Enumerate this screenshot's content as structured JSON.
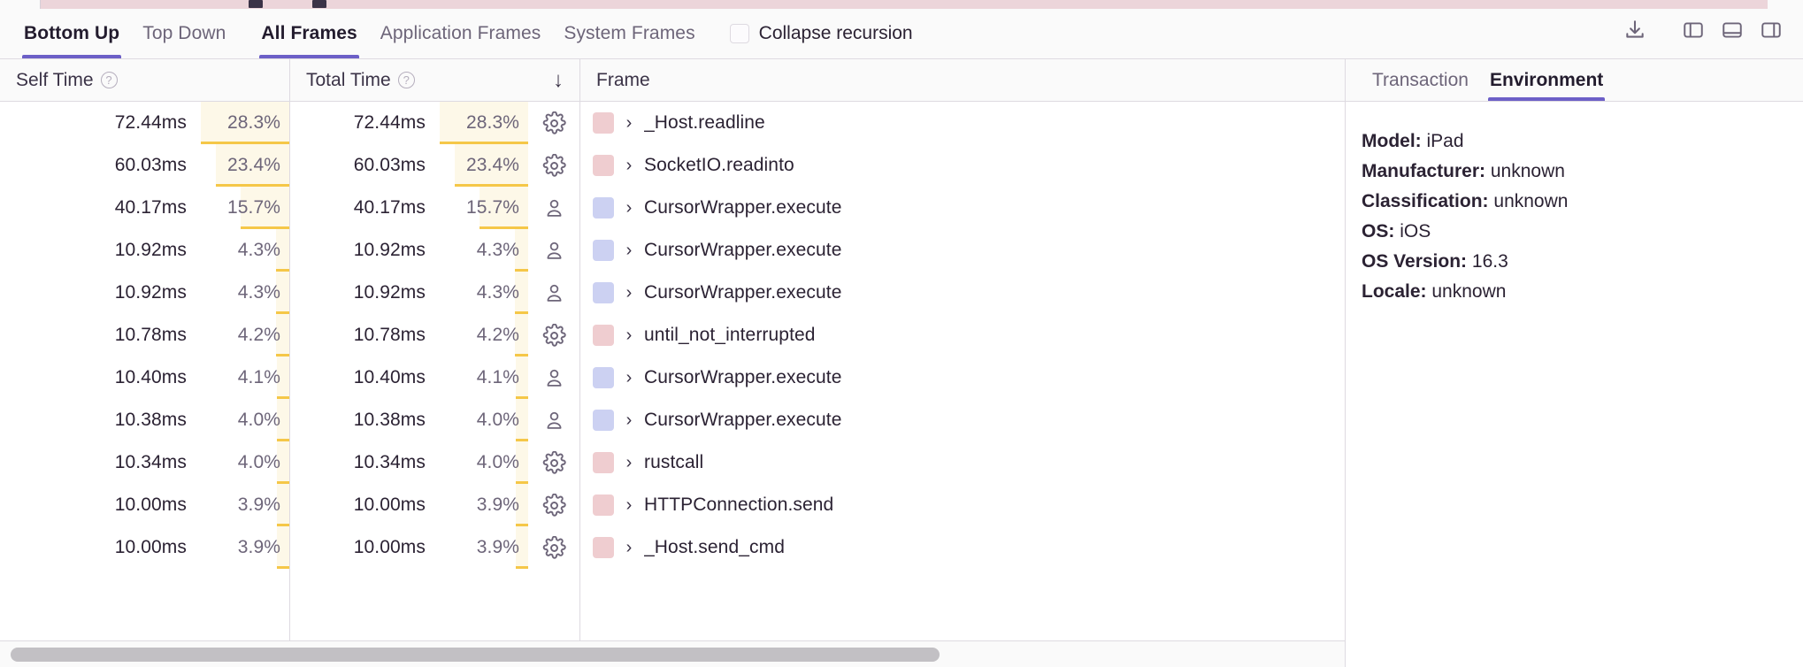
{
  "toolbar": {
    "tabs": [
      {
        "label": "Bottom Up",
        "active": true
      },
      {
        "label": "Top Down",
        "active": false
      }
    ],
    "frame_tabs": [
      {
        "label": "All Frames",
        "active": true
      },
      {
        "label": "Application Frames",
        "active": false
      },
      {
        "label": "System Frames",
        "active": false
      }
    ],
    "collapse_recursion_label": "Collapse recursion",
    "collapse_recursion_checked": false,
    "actions": [
      {
        "name": "download-icon",
        "title": "Export"
      },
      {
        "name": "left-panel-icon",
        "title": "Toggle left panel"
      },
      {
        "name": "bottom-panel-icon",
        "title": "Toggle bottom panel"
      },
      {
        "name": "right-panel-icon",
        "title": "Toggle right panel"
      }
    ]
  },
  "table": {
    "columns": {
      "self_time": "Self Time",
      "total_time": "Total Time",
      "frame": "Frame",
      "sort_glyph": "↓",
      "help_glyph": "?"
    },
    "rows": [
      {
        "self_time": "72.44ms",
        "self_pct": "28.3%",
        "self_pct_value": 28.3,
        "total_time": "72.44ms",
        "total_pct": "28.3%",
        "total_pct_value": 28.3,
        "kind": "system",
        "frame": "_Host.readline",
        "color": "#efcdd0"
      },
      {
        "self_time": "60.03ms",
        "self_pct": "23.4%",
        "self_pct_value": 23.4,
        "total_time": "60.03ms",
        "total_pct": "23.4%",
        "total_pct_value": 23.4,
        "kind": "system",
        "frame": "SocketIO.readinto",
        "color": "#efcdd0"
      },
      {
        "self_time": "40.17ms",
        "self_pct": "15.7%",
        "self_pct_value": 15.7,
        "total_time": "40.17ms",
        "total_pct": "15.7%",
        "total_pct_value": 15.7,
        "kind": "application",
        "frame": "CursorWrapper.execute",
        "color": "#ccd1f2"
      },
      {
        "self_time": "10.92ms",
        "self_pct": "4.3%",
        "self_pct_value": 4.3,
        "total_time": "10.92ms",
        "total_pct": "4.3%",
        "total_pct_value": 4.3,
        "kind": "application",
        "frame": "CursorWrapper.execute",
        "color": "#ccd1f2"
      },
      {
        "self_time": "10.92ms",
        "self_pct": "4.3%",
        "self_pct_value": 4.3,
        "total_time": "10.92ms",
        "total_pct": "4.3%",
        "total_pct_value": 4.3,
        "kind": "application",
        "frame": "CursorWrapper.execute",
        "color": "#ccd1f2"
      },
      {
        "self_time": "10.78ms",
        "self_pct": "4.2%",
        "self_pct_value": 4.2,
        "total_time": "10.78ms",
        "total_pct": "4.2%",
        "total_pct_value": 4.2,
        "kind": "system",
        "frame": "until_not_interrupted",
        "color": "#efcdd0"
      },
      {
        "self_time": "10.40ms",
        "self_pct": "4.1%",
        "self_pct_value": 4.1,
        "total_time": "10.40ms",
        "total_pct": "4.1%",
        "total_pct_value": 4.1,
        "kind": "application",
        "frame": "CursorWrapper.execute",
        "color": "#ccd1f2"
      },
      {
        "self_time": "10.38ms",
        "self_pct": "4.0%",
        "self_pct_value": 4.0,
        "total_time": "10.38ms",
        "total_pct": "4.0%",
        "total_pct_value": 4.0,
        "kind": "application",
        "frame": "CursorWrapper.execute",
        "color": "#ccd1f2"
      },
      {
        "self_time": "10.34ms",
        "self_pct": "4.0%",
        "self_pct_value": 4.0,
        "total_time": "10.34ms",
        "total_pct": "4.0%",
        "total_pct_value": 4.0,
        "kind": "system",
        "frame": "rustcall",
        "color": "#efcdd0"
      },
      {
        "self_time": "10.00ms",
        "self_pct": "3.9%",
        "self_pct_value": 3.9,
        "total_time": "10.00ms",
        "total_pct": "3.9%",
        "total_pct_value": 3.9,
        "kind": "system",
        "frame": "HTTPConnection.send",
        "color": "#efcdd0"
      },
      {
        "self_time": "10.00ms",
        "self_pct": "3.9%",
        "self_pct_value": 3.9,
        "total_time": "10.00ms",
        "total_pct": "3.9%",
        "total_pct_value": 3.9,
        "kind": "system",
        "frame": "_Host.send_cmd",
        "color": "#efcdd0"
      }
    ],
    "expand_glyph": "›"
  },
  "side_panel": {
    "tabs": [
      {
        "label": "Transaction",
        "active": false
      },
      {
        "label": "Environment",
        "active": true
      }
    ],
    "environment": [
      {
        "key": "Model:",
        "value": "iPad"
      },
      {
        "key": "Manufacturer:",
        "value": "unknown"
      },
      {
        "key": "Classification:",
        "value": "unknown"
      },
      {
        "key": "OS:",
        "value": "iOS"
      },
      {
        "key": "OS Version:",
        "value": "16.3"
      },
      {
        "key": "Locale:",
        "value": "unknown"
      }
    ]
  },
  "colors": {
    "accent": "#6c5fc7",
    "pct_fill": "#fdf8e8",
    "pct_bar": "#f2b713",
    "system_frame": "#efcdd0",
    "application_frame": "#ccd1f2",
    "border": "#dedae1",
    "header_bg": "#fafafa"
  },
  "scrollbar": {
    "orientation": "horizontal",
    "thumb_fraction": 0.69
  }
}
